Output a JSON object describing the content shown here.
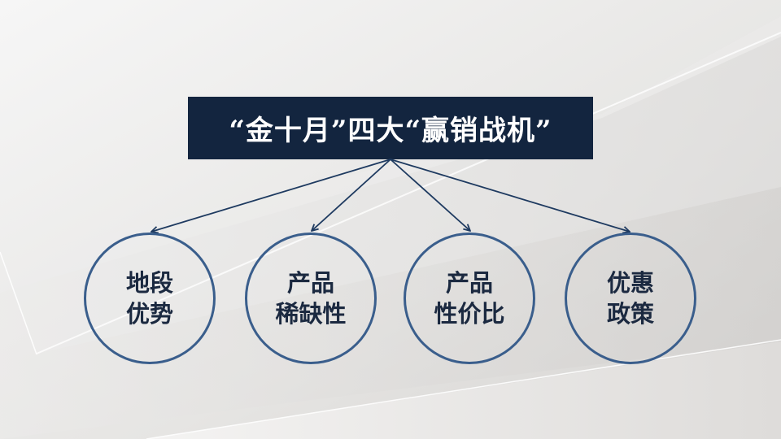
{
  "title": "“金十月”四大“赢销战机”",
  "colors": {
    "title_bg": "#13253f",
    "title_text": "#ffffff",
    "circle_stroke": "#3a5e8c",
    "node_text": "#1b2940",
    "connector": "#1e3a60",
    "background": "#e8e7e6"
  },
  "nodes": [
    {
      "line1": "地段",
      "line2": "优势"
    },
    {
      "line1": "产品",
      "line2": "稀缺性"
    },
    {
      "line1": "产品",
      "line2": "性价比"
    },
    {
      "line1": "优惠",
      "line2": "政策"
    }
  ]
}
